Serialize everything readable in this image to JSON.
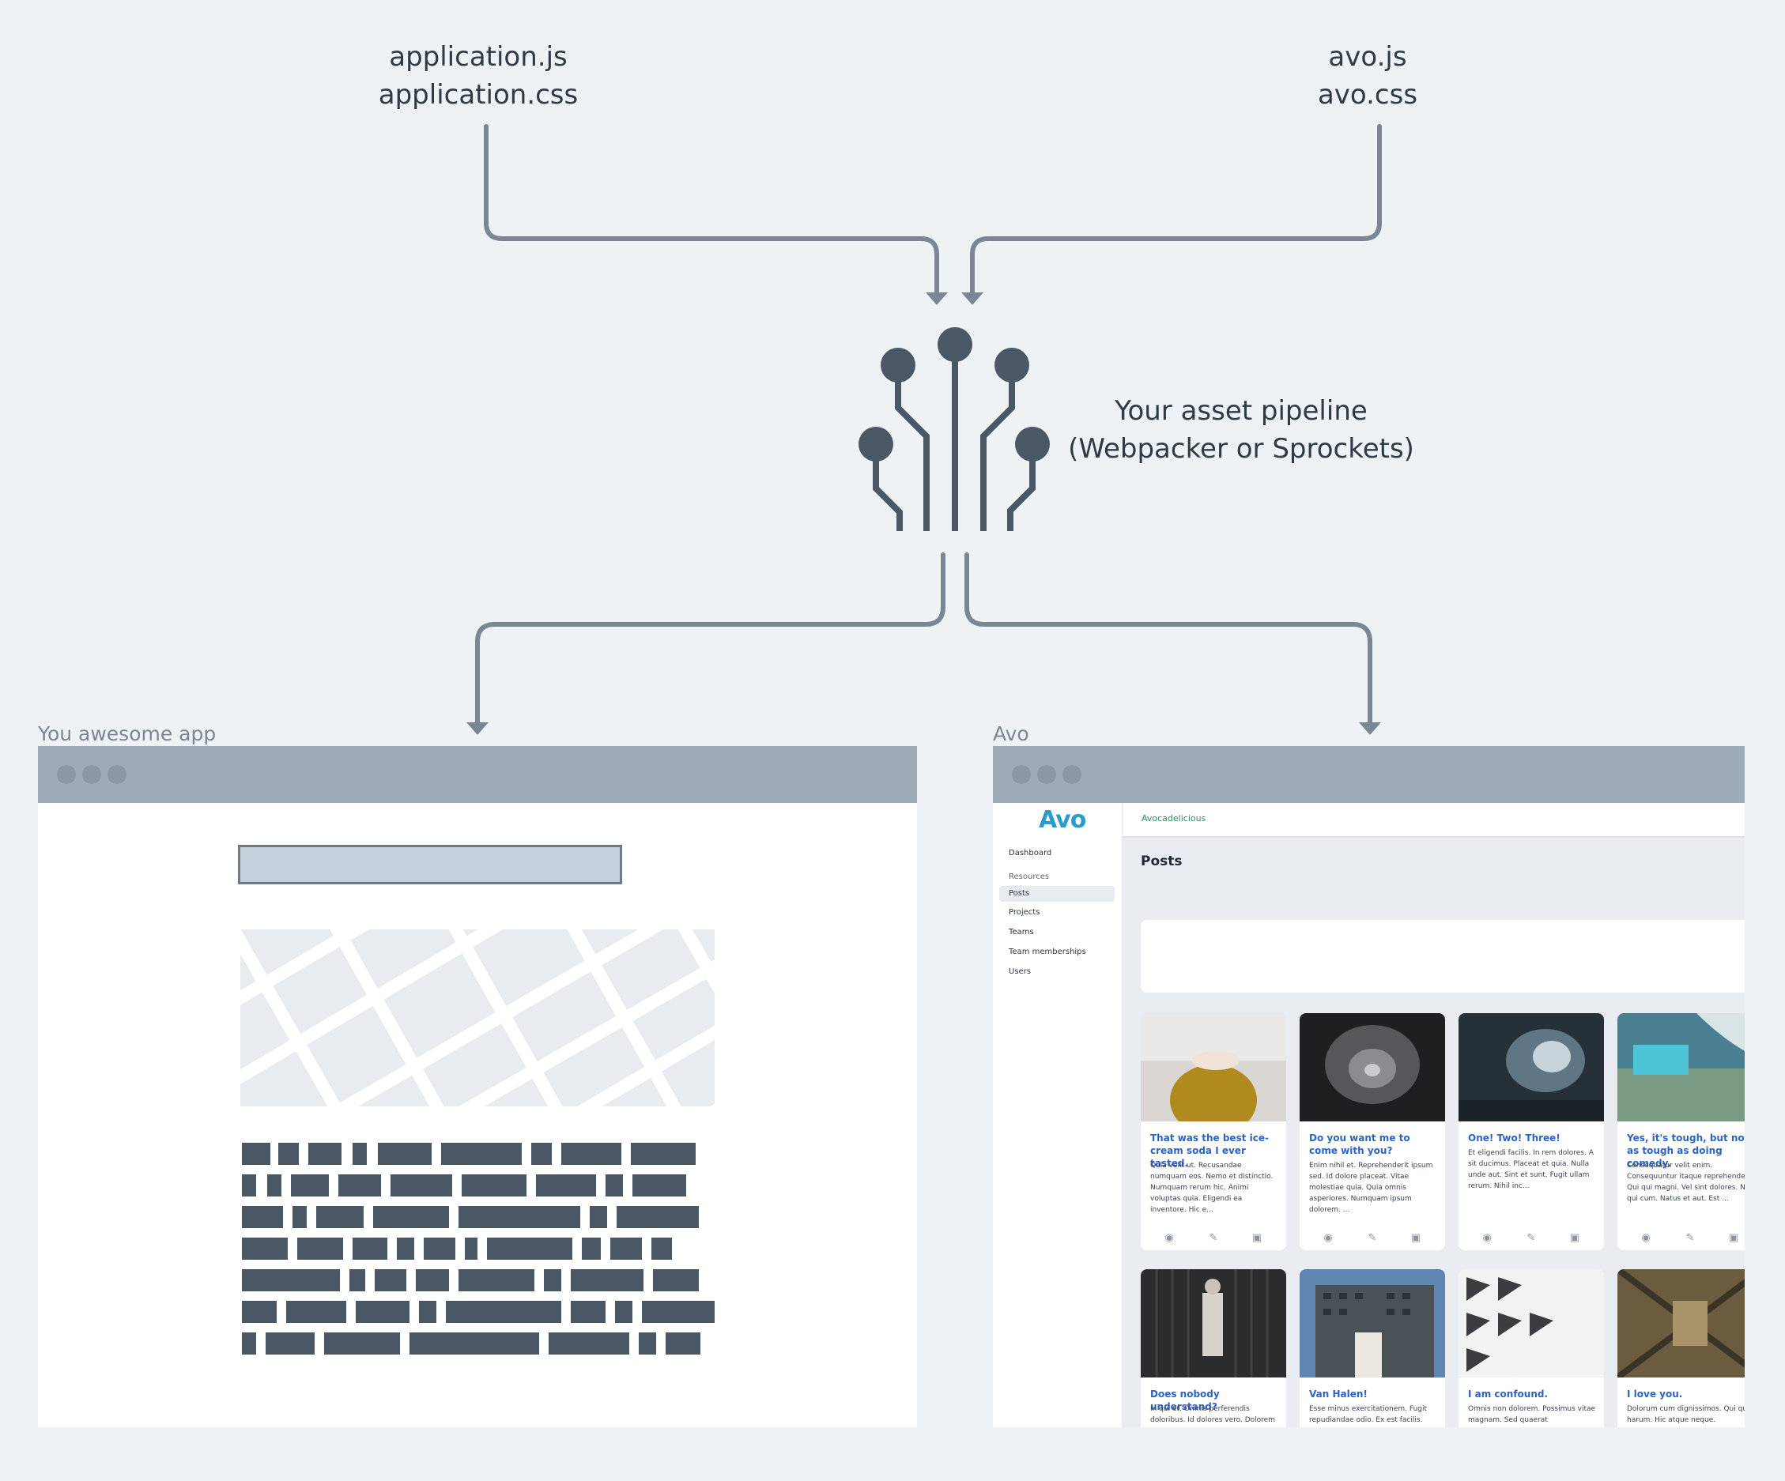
{
  "sources": {
    "app": {
      "line1": "application.js",
      "line2": "application.css"
    },
    "avo": {
      "line1": "avo.js",
      "line2": "avo.css"
    }
  },
  "pipeline": {
    "line1": "Your asset pipeline",
    "line2": "(Webpacker or Sprockets)",
    "icon": "circuit-icon"
  },
  "app_window": {
    "caption": "You awesome app"
  },
  "avo_window": {
    "caption": "Avo",
    "logo": "Avo",
    "brand": "Avocadelicious",
    "page_title": "Posts",
    "nav": {
      "dashboard": "Dashboard",
      "section": "Resources",
      "items": [
        "Posts",
        "Projects",
        "Teams",
        "Team memberships",
        "Users"
      ]
    },
    "cards": [
      {
        "title": "That was the best ice-cream soda I ever tasted.",
        "body": "Quia velit ut. Recusandae numquam eos. Nemo et distinctio. Numquam rerum hic. Animi voluptas quia. Eligendi ea inventore. Hic e..."
      },
      {
        "title": "Do you want me to come with you?",
        "body": "Enim nihil et. Reprehenderit ipsum sed. Id dolore placeat. Vitae molestiae quia. Quia omnis asperiores. Numquam ipsum dolorem. ..."
      },
      {
        "title": "One! Two! Three!",
        "body": "Et eligendi facilis. In rem dolores. A sit ducimus. Placeat et quia. Nulla unde aut. Sint et sunt. Fugit ullam rerum. Nihil inc..."
      },
      {
        "title": "Yes, it's tough, but not as tough as doing comedy.",
        "body": "Consequatur velit enim. Consequuntur itaque reprehenderit. Qui qui magni. Vel sint dolores. Nihil qui cum. Natus et aut. Est ..."
      },
      {
        "title": "Does nobody understand?",
        "body": "In qui et. Omnis perferendis doloribus. Id dolores vero. Dolorem"
      },
      {
        "title": "Van Halen!",
        "body": "Esse minus exercitationem. Fugit repudiandae odio. Ex est facilis."
      },
      {
        "title": "I am confound.",
        "body": "Omnis non dolorem. Possimus vitae magnam. Sed quaerat"
      },
      {
        "title": "I love you.",
        "body": "Dolorum cum dignissimos. Qui quia harum. Hic atque neque."
      }
    ],
    "action_icons": [
      "eye-icon",
      "edit-icon",
      "trash-icon"
    ]
  },
  "colors": {
    "background": "#eff2f5",
    "connector": "#7a8694",
    "icon": "#4a5866",
    "window_bar": "#9eabb8",
    "avo_link": "#2c63c6"
  }
}
